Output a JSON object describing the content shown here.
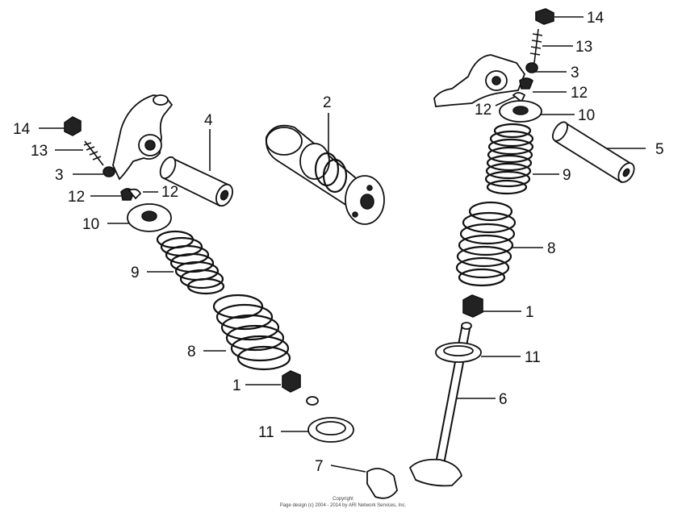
{
  "callouts": {
    "l14": "14",
    "l13": "13",
    "l3": "3",
    "l12a": "12",
    "l12b": "12",
    "l10": "10",
    "l9": "9",
    "l8": "8",
    "l1": "1",
    "l11": "11",
    "l7": "7",
    "l4": "4",
    "l2": "2",
    "r14": "14",
    "r13": "13",
    "r3": "3",
    "r12a": "12",
    "r12b": "12",
    "r10": "10",
    "r5": "5",
    "r9": "9",
    "r8": "8",
    "r1": "1",
    "r11": "11",
    "r6": "6"
  },
  "copyright": {
    "line1": "Copyright",
    "line2": "Page design (c) 2004 - 2014 by ARI Network Services, Inc."
  }
}
